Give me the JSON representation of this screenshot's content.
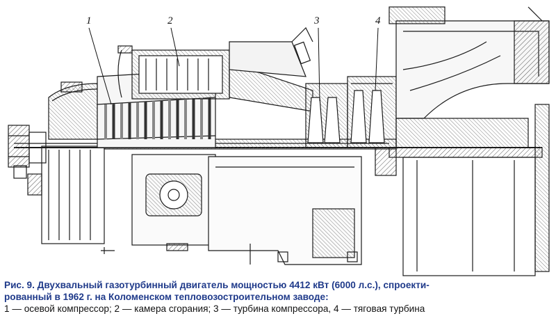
{
  "callouts": {
    "c1": "1",
    "c2": "2",
    "c3": "3",
    "c4": "4"
  },
  "caption": {
    "title_line1": "Рис. 9. Двухвальный газотурбинный двигатель мощностью 4412 кВт (6000 л.с.), спроекти-",
    "title_line2": "рованный в 1962 г. на Коломенском тепловозостроительном заводе:",
    "legend": "1 — осевой компрессор; 2 — камера сгорания; 3 — турбина компрессора, 4 — тяговая турбина"
  },
  "colors": {
    "title": "#1f3a8a",
    "line": "#1a1a1a",
    "hatch": "#555555",
    "background": "#ffffff"
  }
}
